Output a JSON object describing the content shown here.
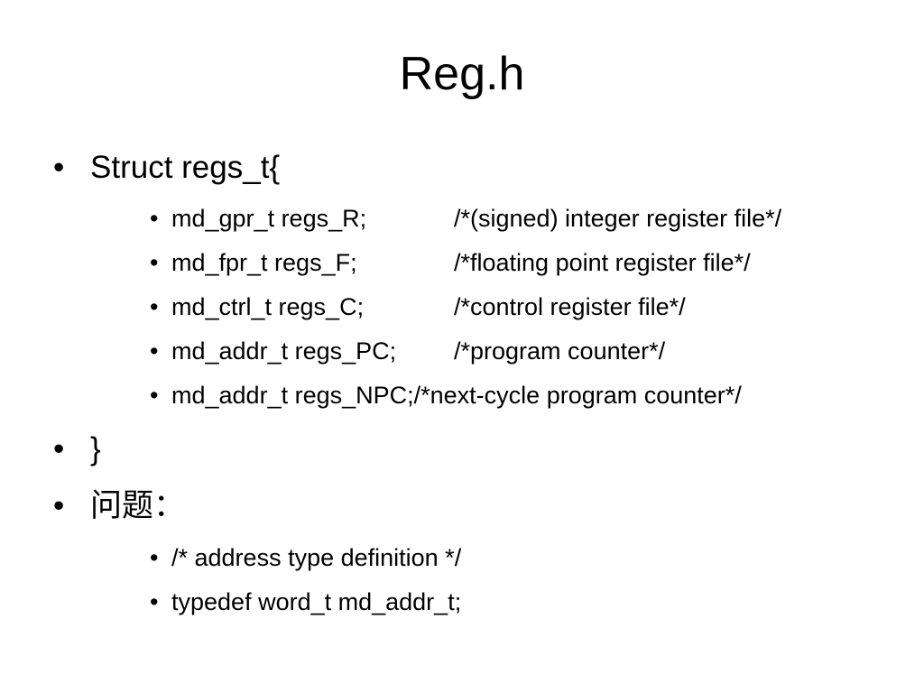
{
  "slide": {
    "title": "Reg.h",
    "bullet_char": "•",
    "struct_open": "Struct regs_t{",
    "fields": [
      {
        "code": "md_gpr_t regs_R;",
        "comment": "/*(signed) integer register file*/"
      },
      {
        "code": "md_fpr_t regs_F;",
        "comment": "/*floating point register file*/"
      },
      {
        "code": "md_ctrl_t regs_C;",
        "comment": "/*control register file*/"
      },
      {
        "code": "md_addr_t regs_PC;",
        "comment": "/*program counter*/"
      },
      {
        "code": "md_addr_t regs_NPC;",
        "comment": " /*next-cycle program counter*/"
      }
    ],
    "struct_close": "}",
    "question": "问题：",
    "question_items": [
      "/* address type definition */",
      "typedef word_t md_addr_t;"
    ]
  }
}
